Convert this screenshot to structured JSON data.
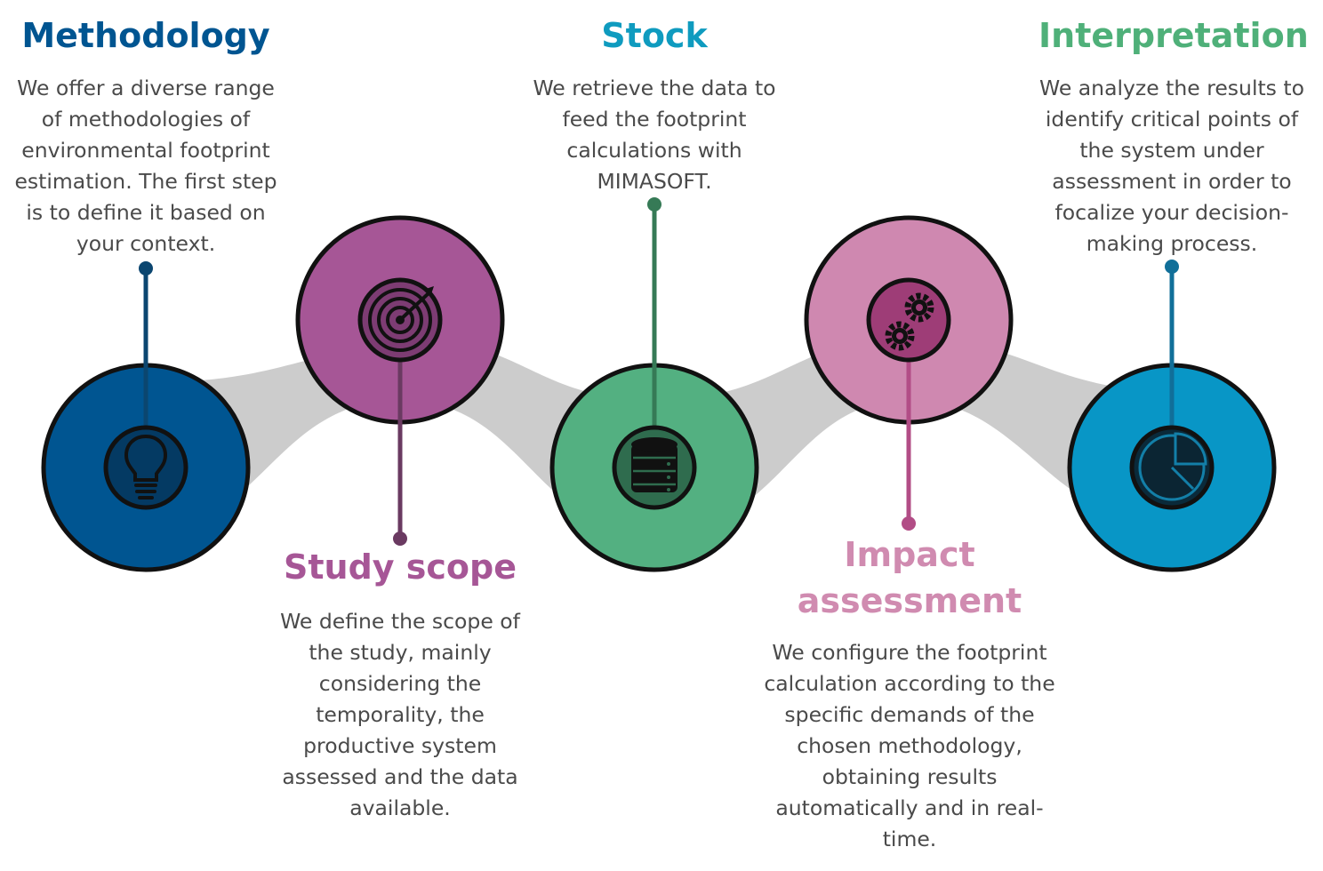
{
  "steps": [
    {
      "title": "Methodology",
      "description": "We offer a diverse range of methodologies of environmental footprint estimation. The first step is to define it based on your context.",
      "color": "#005591",
      "icon": "lightbulb-icon"
    },
    {
      "title": "Study scope",
      "description": "We define the scope of the study, mainly considering the temporality, the productive system assessed and the data available.",
      "color": "#a65696",
      "icon": "target-icon"
    },
    {
      "title": "Stock",
      "description": "We retrieve the data to feed the footprint calculations with MIMASOFT.",
      "color": "#0f9bbf",
      "icon": "database-icon"
    },
    {
      "title": "Impact assessment",
      "description": "We configure the footprint calculation according to the specific demands of the chosen methodology, obtaining results automatically and in real-time.",
      "color": "#d08bb0",
      "icon": "gears-icon"
    },
    {
      "title": "Interpretation",
      "description": "We analyze the results to identify critical points of the system under assessment in order to focalize your decision-making process.",
      "color": "#4fb079",
      "icon": "pie-chart-icon"
    }
  ],
  "palette": {
    "connector": "#cccccc",
    "outline": "#111111",
    "circle_methodology": "#005591",
    "circle_scope": "#a65696",
    "circle_stock": "#53b081",
    "circle_impact": "#cf88b0",
    "circle_interpretation": "#0896c6",
    "line_methodology": "#0b4670",
    "line_scope": "#6a3a61",
    "line_stock": "#367a56",
    "line_impact": "#b24d86",
    "line_interpretation": "#116f99",
    "description_text": "#4a4a4a"
  }
}
